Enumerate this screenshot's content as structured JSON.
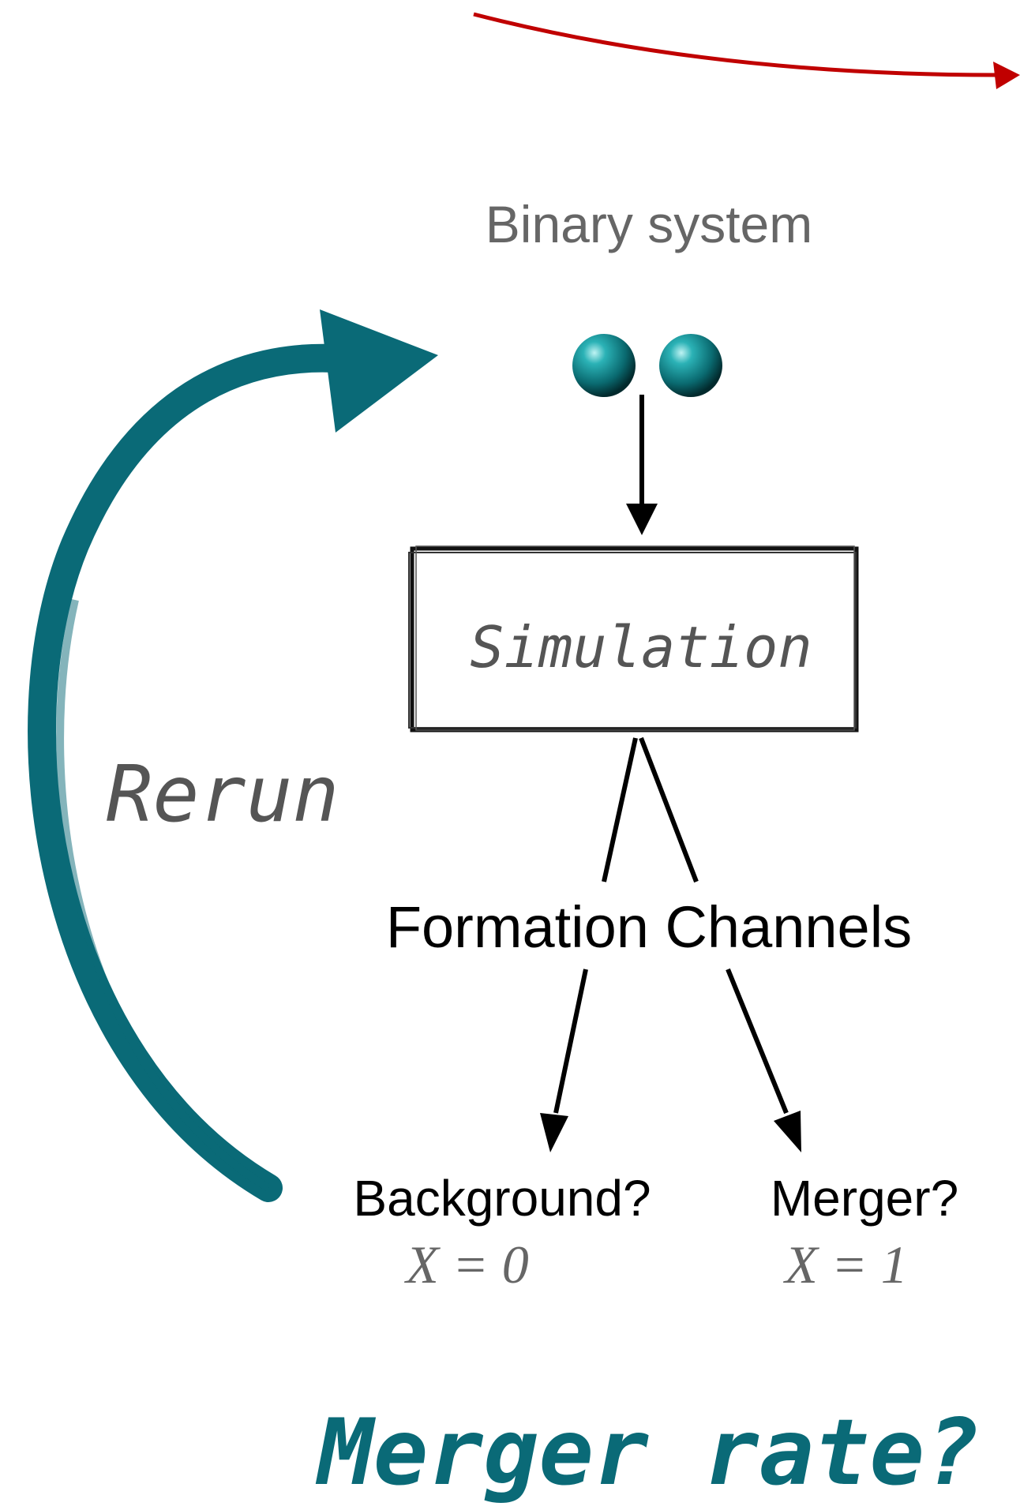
{
  "labels": {
    "binary_system": "Binary system",
    "simulation": "Simulation",
    "rerun": "Rerun",
    "formation_channels": "Formation Channels",
    "background": "Background?",
    "background_value": "X = 0",
    "merger": "Merger?",
    "merger_value": "X = 1",
    "merger_rate": "Merger rate?"
  },
  "colors": {
    "teal": "#0a6a77",
    "red_arrow": "#c00000",
    "gray_text": "#666666",
    "black": "#000000"
  }
}
